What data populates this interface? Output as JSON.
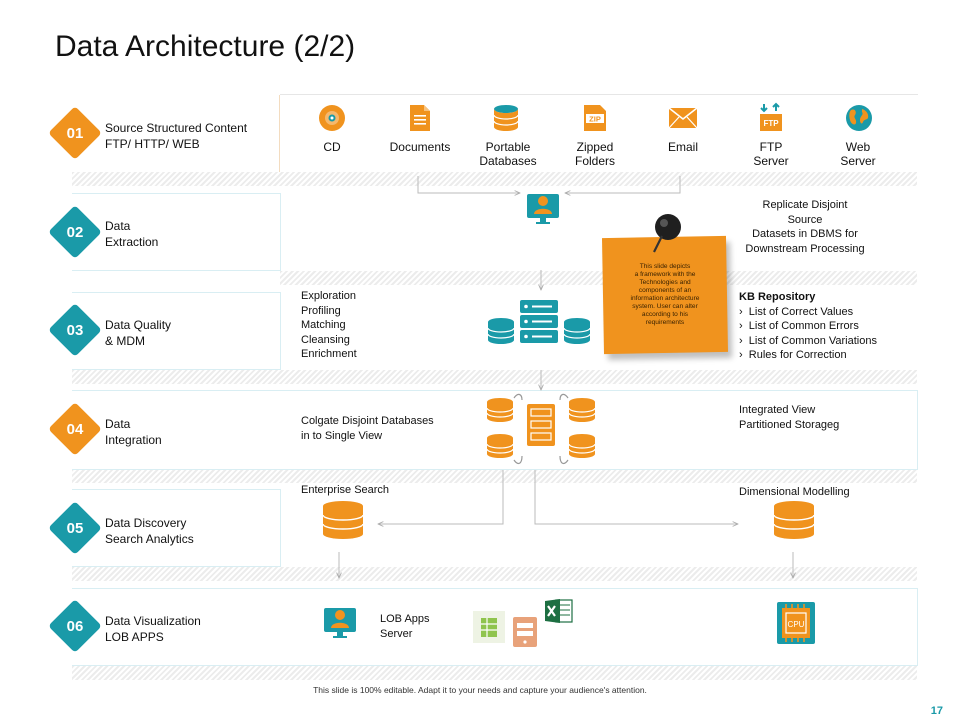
{
  "title": "Data Architecture (2/2)",
  "rows": [
    {
      "num": "01",
      "line1": "Source Structured Content",
      "line2": "FTP/ HTTP/  WEB"
    },
    {
      "num": "02",
      "line1": "Data",
      "line2": "Extraction"
    },
    {
      "num": "03",
      "line1": "Data Quality",
      "line2": "& MDM"
    },
    {
      "num": "04",
      "line1": "Data",
      "line2": "Integration"
    },
    {
      "num": "05",
      "line1": "Data Discovery",
      "line2": "Search Analytics"
    },
    {
      "num": "06",
      "line1": "Data Visualization",
      "line2": "LOB APPS"
    }
  ],
  "sources": [
    {
      "line1": "CD",
      "line2": "",
      "icon": "cd-icon"
    },
    {
      "line1": "Documents",
      "line2": "",
      "icon": "document-icon"
    },
    {
      "line1": "Portable",
      "line2": "Databases",
      "icon": "database-icon"
    },
    {
      "line1": "Zipped",
      "line2": "Folders",
      "icon": "zip-folder-icon"
    },
    {
      "line1": "Email",
      "line2": "",
      "icon": "email-icon"
    },
    {
      "line1": "FTP",
      "line2": "Server",
      "icon": "ftp-server-icon"
    },
    {
      "line1": "Web",
      "line2": "Server",
      "icon": "globe-icon"
    }
  ],
  "replicate": [
    "Replicate Disjoint",
    "Source",
    "Datasets in DBMS for",
    "Downstream Processing"
  ],
  "note_text": [
    "This slide depicts",
    "a framework with the",
    "Technologies  and",
    "components  of an",
    "information architecture",
    "system. User can alter",
    "according to his",
    "requirements"
  ],
  "quality_steps": [
    "Exploration",
    "Profiling",
    "Matching",
    "Cleansing",
    "Enrichment"
  ],
  "kb": {
    "title": "KB Repository",
    "bullet": "›",
    "items": [
      "List of Correct Values",
      "List of Common Errors",
      "List of Common Variations",
      "Rules for Correction"
    ]
  },
  "colgate": [
    "Colgate Disjoint Databases",
    "in to Single View"
  ],
  "integrated": [
    "Integrated View",
    "Partitioned Storageg"
  ],
  "enterprise_search": "Enterprise Search",
  "dimensional_modelling": "Dimensional Modelling",
  "lob_apps": [
    "LOB Apps",
    "Server"
  ],
  "cpu_label": "CPU",
  "zip_label": "ZIP",
  "ftp_label": "FTP",
  "footer": "This slide is 100% editable. Adapt it to your needs and capture your audience's attention.",
  "page_number": "17",
  "colors": {
    "orange": "#f0931e",
    "teal": "#1a9aa8",
    "lightteal": "#d9eef3",
    "grey": "#aaaaaa"
  }
}
